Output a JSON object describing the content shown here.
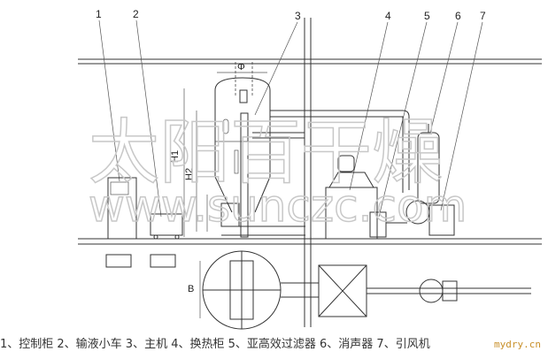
{
  "diagram": {
    "callouts": [
      "1",
      "2",
      "3",
      "4",
      "5",
      "6",
      "7"
    ],
    "dimensions": {
      "diameter": "Φ",
      "height_total": "H1",
      "height_body": "H2",
      "width": "B"
    },
    "watermark": {
      "cn": "太阳百干燥",
      "url": "www.sunczc.com"
    }
  },
  "caption": "1、控制柜 2、输液小车 3、主机 4、换热柜 5、亚高效过滤器 6、消声器 7、引风机",
  "site_mark": "mydry.cn"
}
